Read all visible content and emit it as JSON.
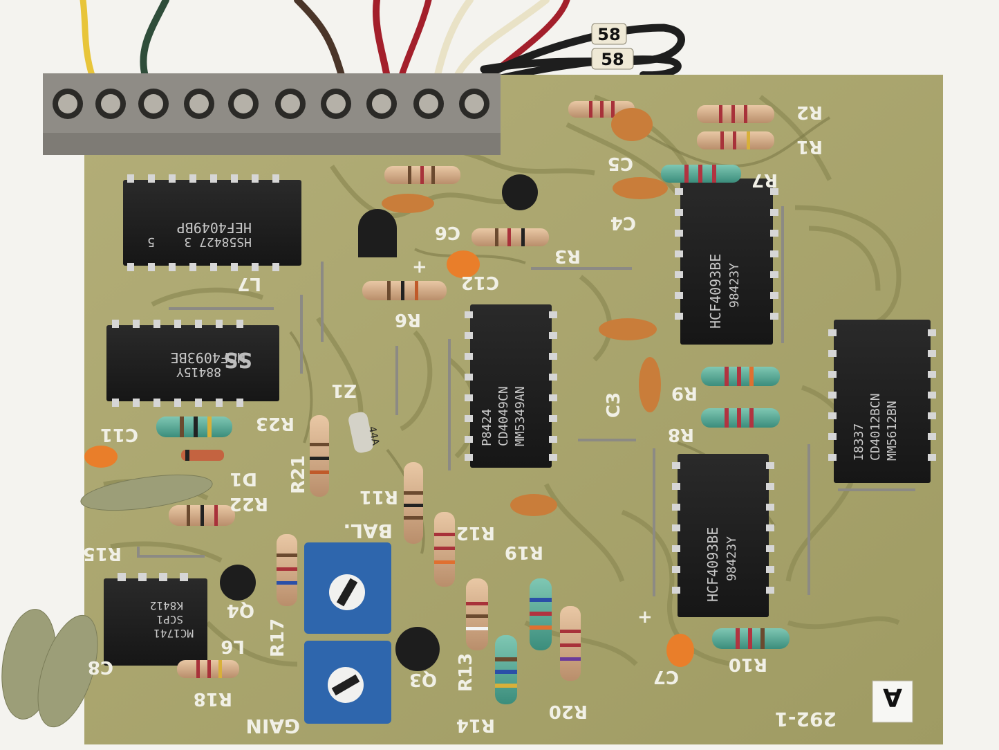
{
  "scene": {
    "description_free": true,
    "board_color": "#aaa76e",
    "trace_color": "#8e8b55",
    "wire_colors": [
      "#e8c53a",
      "#2f4d3a",
      "#4a3529",
      "#a31f2b",
      "#e9e2c6",
      "#1e1e1e"
    ]
  },
  "wire_markers": [
    "58",
    "58"
  ],
  "chips": [
    {
      "line1": "HEF4049BP",
      "line2": "HS58427 3",
      "line3": "5"
    },
    {
      "line1": "HCF4093BE",
      "line2": "88415Y",
      "line3": ""
    },
    {
      "line1": "P8424",
      "line2": "CD4049CN",
      "line3": "MM5349AN"
    },
    {
      "line1": "HCF4093BE",
      "line2": "98423Y",
      "line3": ""
    },
    {
      "line1": "HCF4093BE",
      "line2": "98423Y",
      "line3": ""
    },
    {
      "line1": "I8337",
      "line2": "CD4012BCN",
      "line3": "MM5612BN"
    },
    {
      "line1": "MC1741",
      "line2": "SCP1",
      "line3": "K8412"
    }
  ],
  "diode_label": "44A",
  "silkscreen": {
    "r1": "R1",
    "r2": "R2",
    "r3": "R3",
    "r6": "R6",
    "r7": "R7",
    "r8": "R8",
    "r9": "R9",
    "r10": "R10",
    "r11": "R11",
    "r12": "R12",
    "r13": "R13",
    "r14": "R14",
    "r15": "R15",
    "r17": "R17",
    "r18": "R18",
    "r19": "R19",
    "r20": "R20",
    "r21": "R21",
    "r22": "R22",
    "r23": "R23",
    "c3": "C3",
    "c4": "C4",
    "c5": "C5",
    "c6": "C6",
    "c7": "C7",
    "c8": "C8",
    "c11": "C11",
    "c12": "C12",
    "d1": "D1",
    "z1": "Z1",
    "l6": "L6",
    "l7": "L7",
    "q3": "Q3",
    "q4": "Q4",
    "bal": "BAL.",
    "gain": "GAIN",
    "board_id": "292-1",
    "plus": "+"
  },
  "corner_tag": "A"
}
